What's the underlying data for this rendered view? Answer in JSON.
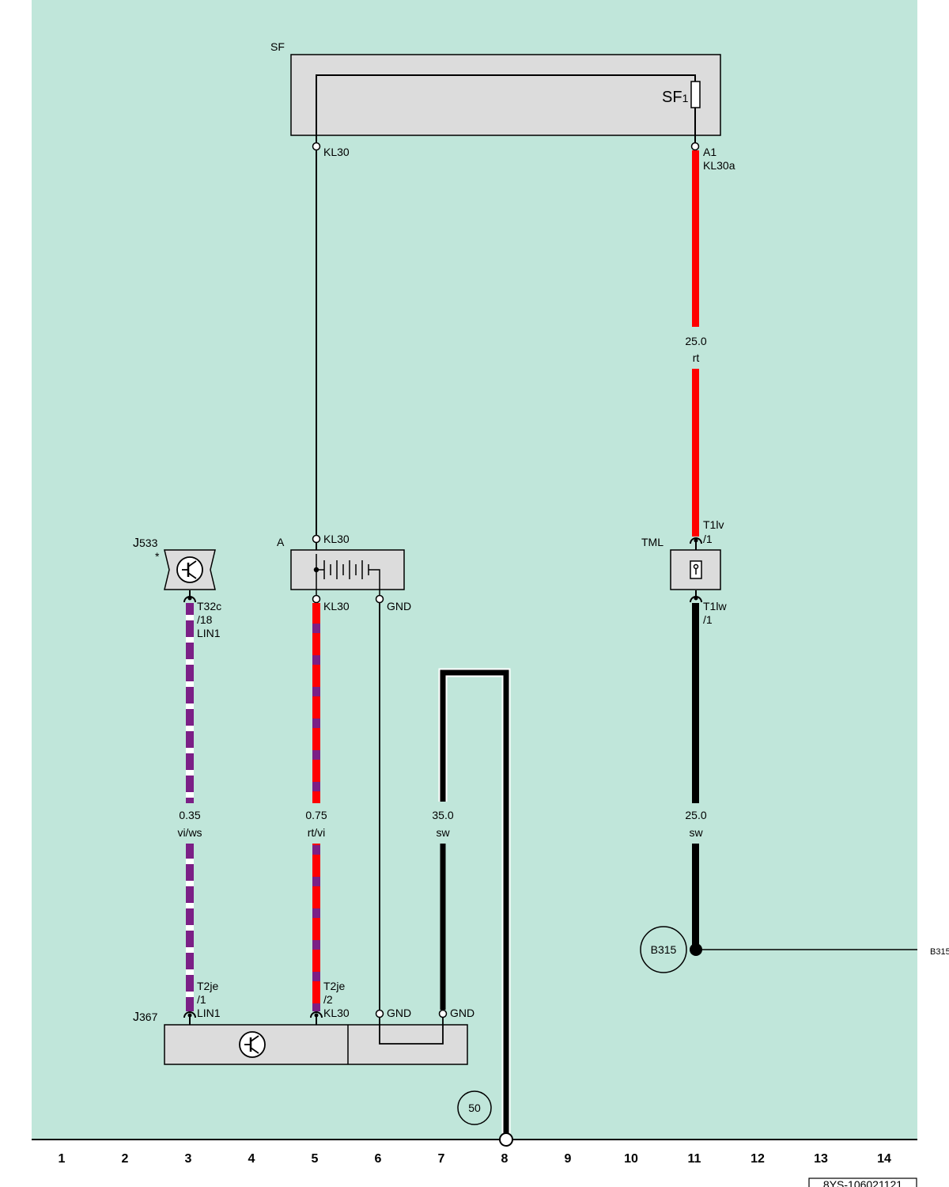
{
  "colors": {
    "background": "#c0e6da",
    "component_fill": "#dcdcdc",
    "wire_red": "#ff0000",
    "wire_violet": "#7b1f86",
    "wire_white": "#ffffff",
    "wire_black": "#000000"
  },
  "components": {
    "sf": {
      "name": "SF",
      "fuse_main": "SF",
      "fuse_sub": "1"
    },
    "a": {
      "name": "A"
    },
    "j533": {
      "name_main": "J",
      "name_sub": "533",
      "note": "*"
    },
    "tml": {
      "name": "TML"
    },
    "j367": {
      "name_main": "J",
      "name_sub": "367"
    }
  },
  "pins": {
    "sf_kl30": "KL30",
    "sf_a1": "A1",
    "sf_kl30a": "KL30a",
    "a_kl30_top": "KL30",
    "a_kl30_bottom": "KL30",
    "a_gnd": "GND",
    "tml_top_1": "T1lv",
    "tml_top_2": "/1",
    "tml_bottom_1": "T1lw",
    "tml_bottom_2": "/1",
    "j533_1": "T32c",
    "j533_2": "/18",
    "j533_3": "LIN1",
    "j367_lin_1": "T2je",
    "j367_lin_2": "/1",
    "j367_lin_3": "LIN1",
    "j367_kl30_1": "T2je",
    "j367_kl30_2": "/2",
    "j367_kl30_3": "KL30",
    "j367_gnd_1": "GND",
    "j367_gnd_2": "GND"
  },
  "wires": {
    "w3": {
      "size": "0.35",
      "color": "vi/ws"
    },
    "w5": {
      "size": "0.75",
      "color": "rt/vi"
    },
    "w7": {
      "size": "35.0",
      "color": "sw"
    },
    "w11_top": {
      "size": "25.0",
      "color": "rt"
    },
    "w11_bottom": {
      "size": "25.0",
      "color": "sw"
    }
  },
  "ground_points": {
    "b315": "B315",
    "b315_ref": "B315",
    "g50": "50"
  },
  "columns": [
    "1",
    "2",
    "3",
    "4",
    "5",
    "6",
    "7",
    "8",
    "9",
    "10",
    "11",
    "12",
    "13",
    "14"
  ],
  "diagram_id": "8YS-106021121"
}
